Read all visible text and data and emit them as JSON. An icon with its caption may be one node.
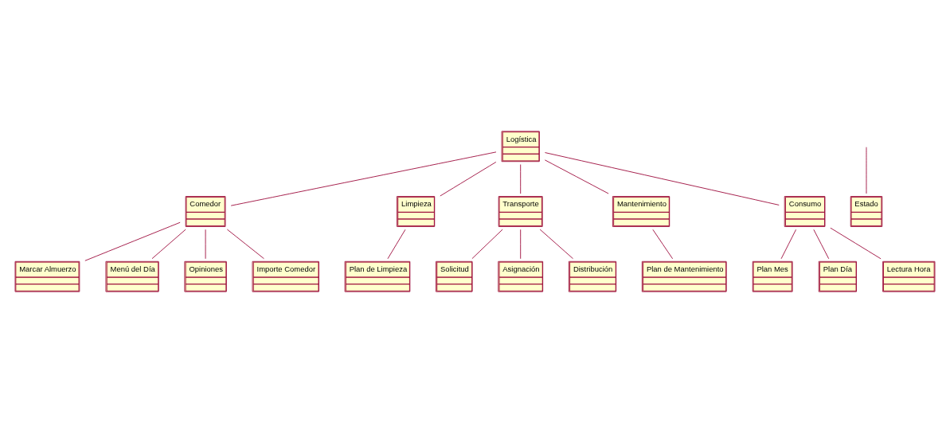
{
  "diagram": {
    "nodes": [
      {
        "text": [
          "Logística"
        ]
      },
      {
        "text": [
          "Comedor"
        ]
      },
      {
        "text": [
          "Limpieza"
        ]
      },
      {
        "text": [
          "Transporte"
        ]
      },
      {
        "text": [
          "Mantenimiento"
        ]
      },
      {
        "text": [
          "Consumo"
        ]
      },
      {
        "text": [
          "Marcar Almuerzo"
        ]
      },
      {
        "text": [
          "Plan de Limpieza"
        ]
      },
      {
        "text": [
          "Solicitud"
        ]
      },
      {
        "text": [
          "Asignación"
        ]
      },
      {
        "text": [
          "Plan Mes"
        ]
      },
      {
        "text": [
          "Menú del Día"
        ]
      },
      {
        "text": [
          "Opiniones"
        ]
      },
      {
        "text": [
          "Distribución"
        ]
      },
      {
        "text": [
          "Estado"
        ]
      },
      {
        "text": [
          "Plan de Mantenimiento"
        ]
      },
      {
        "text": [
          "Plan Día"
        ]
      },
      {
        "text": [
          "Lectura Hora"
        ]
      },
      {
        "text": [
          "Importe Comedor"
        ]
      }
    ],
    "edges": [
      {
        "from": 0,
        "to": 1,
        "arrow": "none"
      },
      {
        "from": 0,
        "to": 2,
        "arrow": "none"
      },
      {
        "from": 0,
        "to": 3,
        "arrow": "none"
      },
      {
        "from": 0,
        "to": 4,
        "arrow": "none"
      },
      {
        "from": 0,
        "to": 5,
        "arrow": "none"
      },
      {
        "from": 1,
        "to": 6,
        "arrow": "none"
      },
      {
        "from": 1,
        "to": 11,
        "arrow": "none"
      },
      {
        "from": 1,
        "to": 12,
        "arrow": "none"
      },
      {
        "from": 1,
        "to": 18,
        "arrow": "none"
      },
      {
        "from": 2,
        "to": 7,
        "arrow": "none"
      },
      {
        "from": 3,
        "to": 8,
        "arrow": "none"
      },
      {
        "from": 3,
        "to": 13,
        "arrow": "none"
      },
      {
        "from": 3,
        "to": 9,
        "arrow": "none"
      },
      {
        "from": null,
        "to": 14,
        "arrow": "none"
      },
      {
        "from": 4,
        "to": 15,
        "arrow": "none"
      },
      {
        "from": 5,
        "to": 10,
        "arrow": "none"
      },
      {
        "from": 5,
        "to": 16,
        "arrow": "none"
      },
      {
        "from": 5,
        "to": 17,
        "arrow": "none"
      }
    ]
  }
}
